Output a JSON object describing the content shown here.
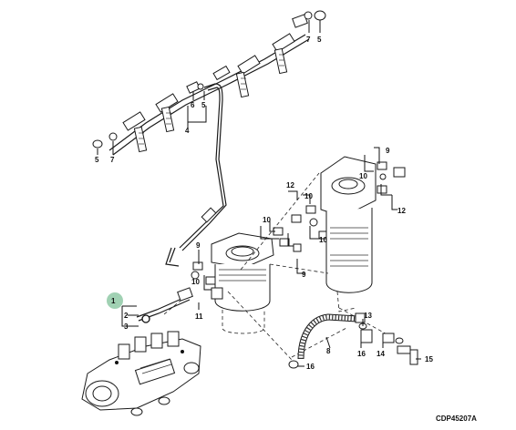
{
  "figure_code": "CDP45207A",
  "highlight_color": "#8fc9a6",
  "callouts": {
    "c1": "1",
    "c2": "2",
    "c3": "3",
    "c4": "4",
    "c5a": "5",
    "c5b": "5",
    "c5c": "5",
    "c6": "6",
    "c7a": "7",
    "c7b": "7",
    "c8": "8",
    "c9a": "9",
    "c9b": "9",
    "c9c": "9",
    "c10a": "10",
    "c10b": "10",
    "c10c": "10",
    "c10d": "10",
    "c10e": "10",
    "c11": "11",
    "c12a": "12",
    "c12b": "12",
    "c13": "13",
    "c14": "14",
    "c15": "15",
    "c16a": "16",
    "c16b": "16"
  }
}
